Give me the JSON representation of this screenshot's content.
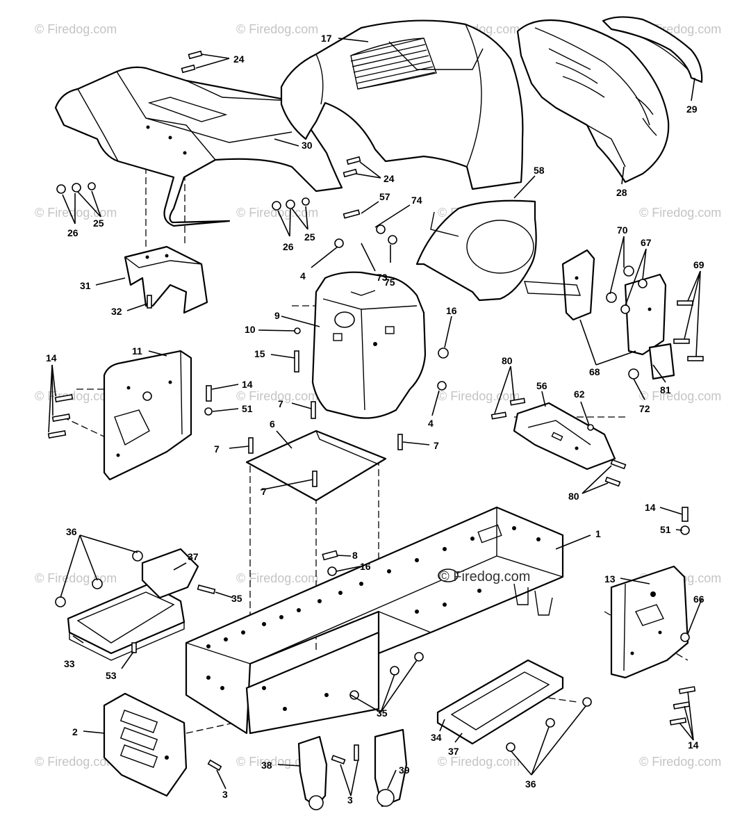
{
  "watermark": {
    "text": "© Firedog.com",
    "center_text": "© Firedog.com"
  },
  "callouts": [
    {
      "id": "c17",
      "label": "17"
    },
    {
      "id": "c24a",
      "label": "24"
    },
    {
      "id": "c30",
      "label": "30"
    },
    {
      "id": "c24b",
      "label": "24"
    },
    {
      "id": "c26a",
      "label": "26"
    },
    {
      "id": "c25a",
      "label": "25"
    },
    {
      "id": "c26b",
      "label": "26"
    },
    {
      "id": "c25b",
      "label": "25"
    },
    {
      "id": "c29",
      "label": "29"
    },
    {
      "id": "c28",
      "label": "28"
    },
    {
      "id": "c58",
      "label": "58"
    },
    {
      "id": "c57",
      "label": "57"
    },
    {
      "id": "c74",
      "label": "74"
    },
    {
      "id": "c4a",
      "label": "4"
    },
    {
      "id": "c73",
      "label": "73"
    },
    {
      "id": "c75",
      "label": "75"
    },
    {
      "id": "c70",
      "label": "70"
    },
    {
      "id": "c67",
      "label": "67"
    },
    {
      "id": "c69",
      "label": "69"
    },
    {
      "id": "c31",
      "label": "31"
    },
    {
      "id": "c32",
      "label": "32"
    },
    {
      "id": "c9",
      "label": "9"
    },
    {
      "id": "c10",
      "label": "10"
    },
    {
      "id": "c16a",
      "label": "16"
    },
    {
      "id": "c15",
      "label": "15"
    },
    {
      "id": "c11",
      "label": "11"
    },
    {
      "id": "c14a",
      "label": "14"
    },
    {
      "id": "c14b",
      "label": "14"
    },
    {
      "id": "c51a",
      "label": "51"
    },
    {
      "id": "c68",
      "label": "68"
    },
    {
      "id": "c80a",
      "label": "80"
    },
    {
      "id": "c56",
      "label": "56"
    },
    {
      "id": "c62",
      "label": "62"
    },
    {
      "id": "c72",
      "label": "72"
    },
    {
      "id": "c81",
      "label": "81"
    },
    {
      "id": "c7a",
      "label": "7"
    },
    {
      "id": "c4b",
      "label": "4"
    },
    {
      "id": "c6",
      "label": "6"
    },
    {
      "id": "c7b",
      "label": "7"
    },
    {
      "id": "c7c",
      "label": "7"
    },
    {
      "id": "c7d",
      "label": "7"
    },
    {
      "id": "c80b",
      "label": "80"
    },
    {
      "id": "c14c",
      "label": "14"
    },
    {
      "id": "c51b",
      "label": "51"
    },
    {
      "id": "c1",
      "label": "1"
    },
    {
      "id": "c36a",
      "label": "36"
    },
    {
      "id": "c37a",
      "label": "37"
    },
    {
      "id": "c8",
      "label": "8"
    },
    {
      "id": "c16b",
      "label": "16"
    },
    {
      "id": "c13",
      "label": "13"
    },
    {
      "id": "c35a",
      "label": "35"
    },
    {
      "id": "c66",
      "label": "66"
    },
    {
      "id": "c33",
      "label": "33"
    },
    {
      "id": "c53",
      "label": "53"
    },
    {
      "id": "c2",
      "label": "2"
    },
    {
      "id": "c35b",
      "label": "35"
    },
    {
      "id": "c34",
      "label": "34"
    },
    {
      "id": "c37b",
      "label": "37"
    },
    {
      "id": "c14d",
      "label": "14"
    },
    {
      "id": "c3a",
      "label": "3"
    },
    {
      "id": "c38",
      "label": "38"
    },
    {
      "id": "c3b",
      "label": "3"
    },
    {
      "id": "c39",
      "label": "39"
    },
    {
      "id": "c36b",
      "label": "36"
    }
  ]
}
